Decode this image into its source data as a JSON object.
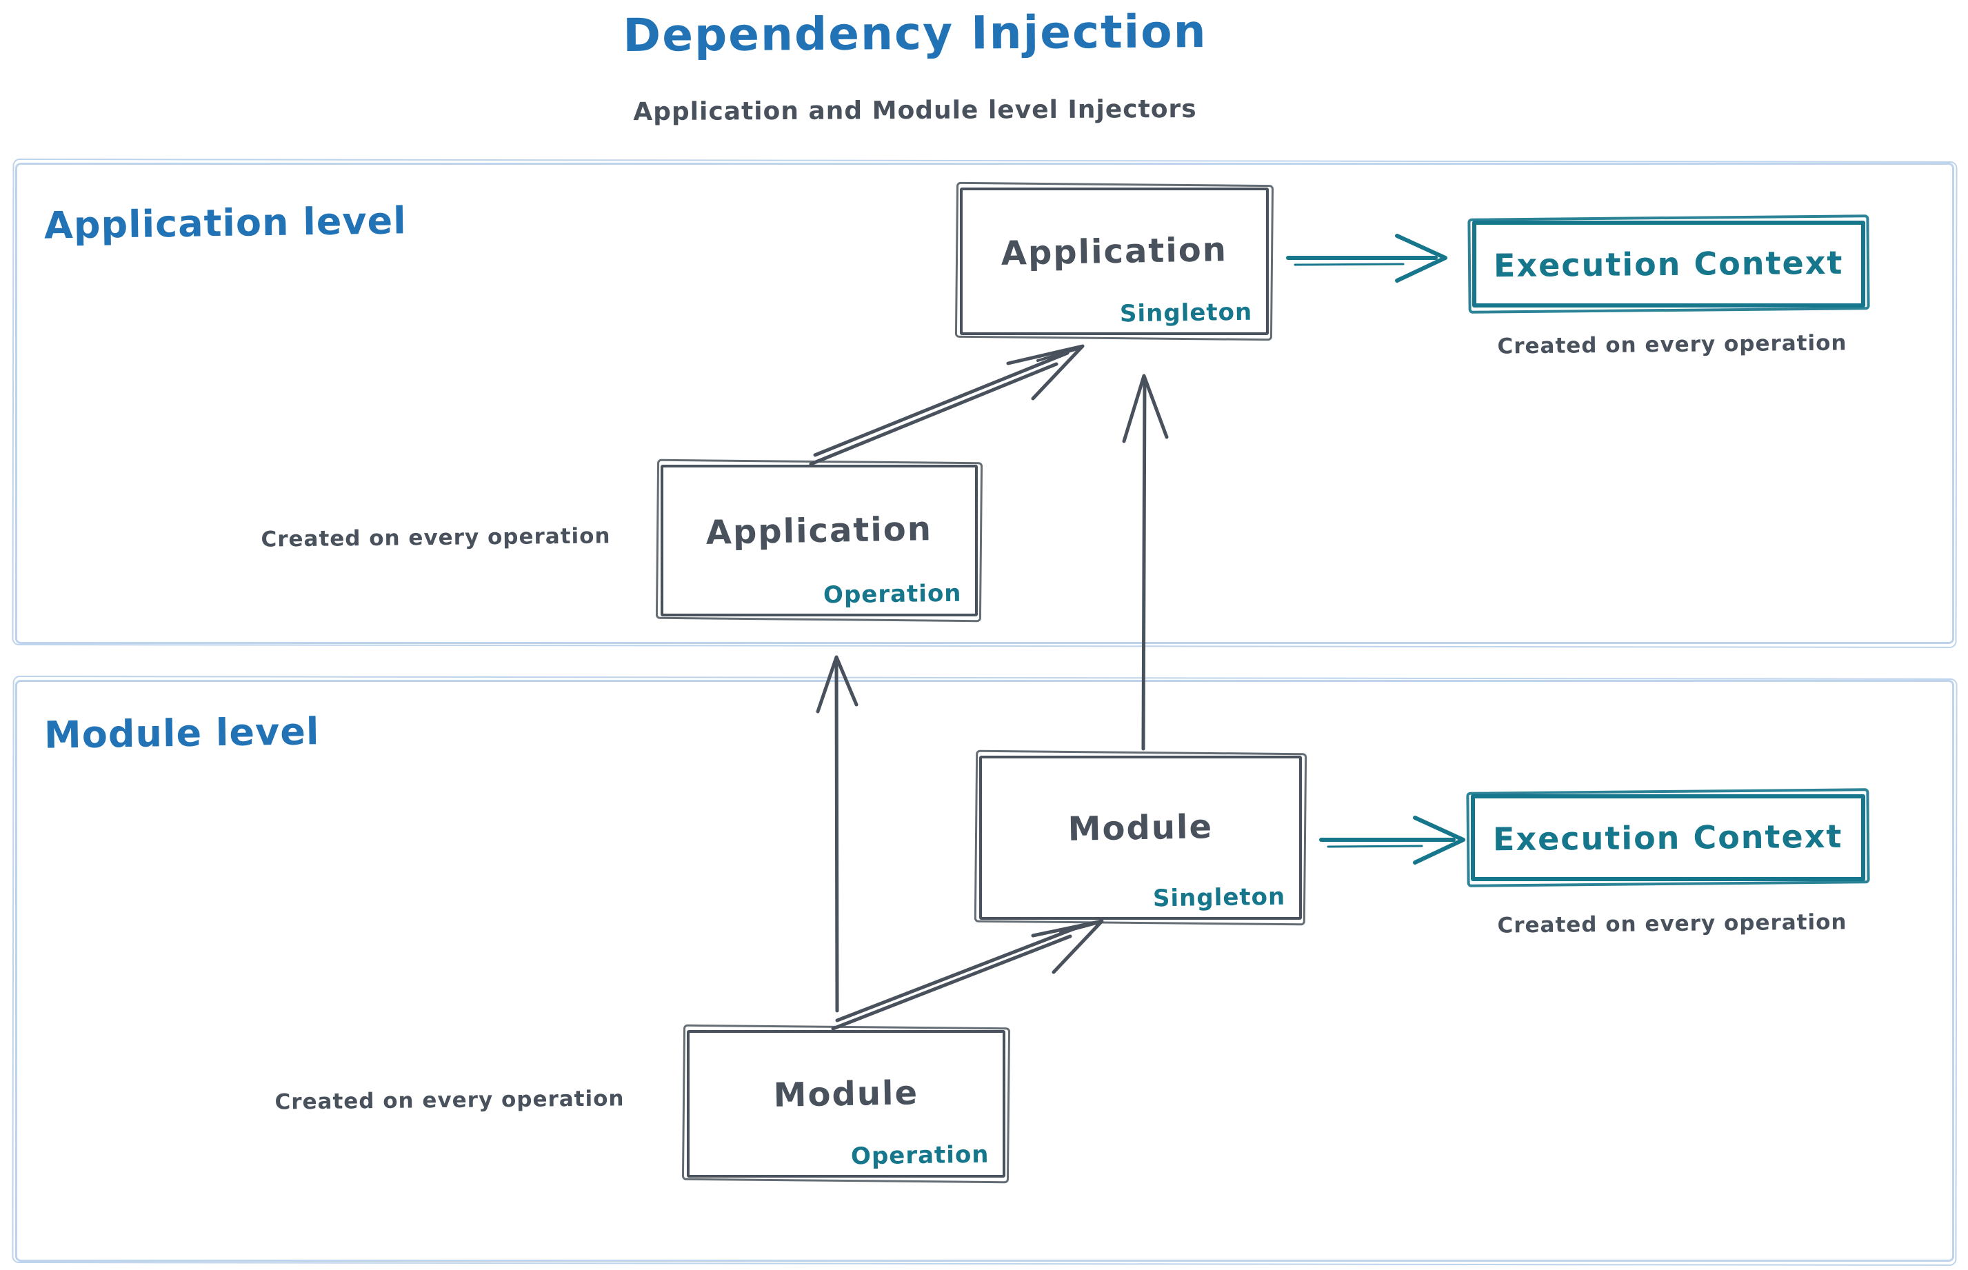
{
  "title": "Dependency Injection",
  "subtitle": "Application and Module level Injectors",
  "colors": {
    "title_blue": "#2173b6",
    "stroke_dark": "#49525c",
    "accent_teal": "#15768c",
    "container_border": "#bed4ec"
  },
  "sections": {
    "application": {
      "label": "Application level",
      "singleton_box": {
        "name": "Application",
        "scope": "Singleton"
      },
      "operation_box": {
        "name": "Application",
        "scope": "Operation"
      },
      "operation_caption": "Created on every operation",
      "execution_context": {
        "label": "Execution Context",
        "caption": "Created on every operation"
      }
    },
    "module": {
      "label": "Module level",
      "singleton_box": {
        "name": "Module",
        "scope": "Singleton"
      },
      "operation_box": {
        "name": "Module",
        "scope": "Operation"
      },
      "operation_caption": "Created on every operation",
      "execution_context": {
        "label": "Execution Context",
        "caption": "Created on every operation"
      }
    }
  }
}
